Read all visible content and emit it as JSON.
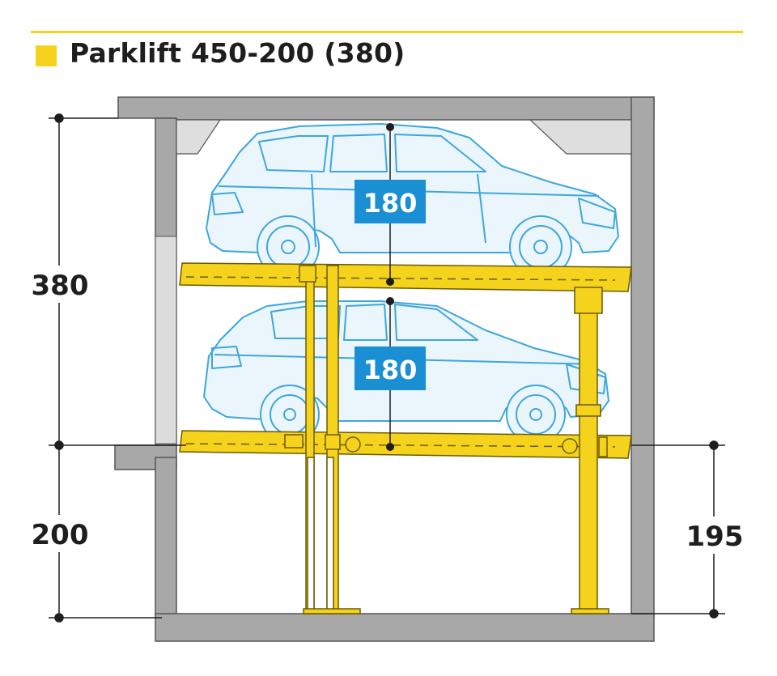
{
  "title": "Parklift 450-200 (380)",
  "dimensions": {
    "upper_height": "380",
    "pit_depth": "200",
    "lower_clearance": "195"
  },
  "car_heights": {
    "upper": "180",
    "lower": "180"
  },
  "colors": {
    "accent_yellow": "#f5d31c",
    "car_blue": "#3ea6dc",
    "label_blue": "#1b8fd3",
    "wall_gray": "#a8a8a8",
    "text_dark": "#1e1e1e"
  }
}
